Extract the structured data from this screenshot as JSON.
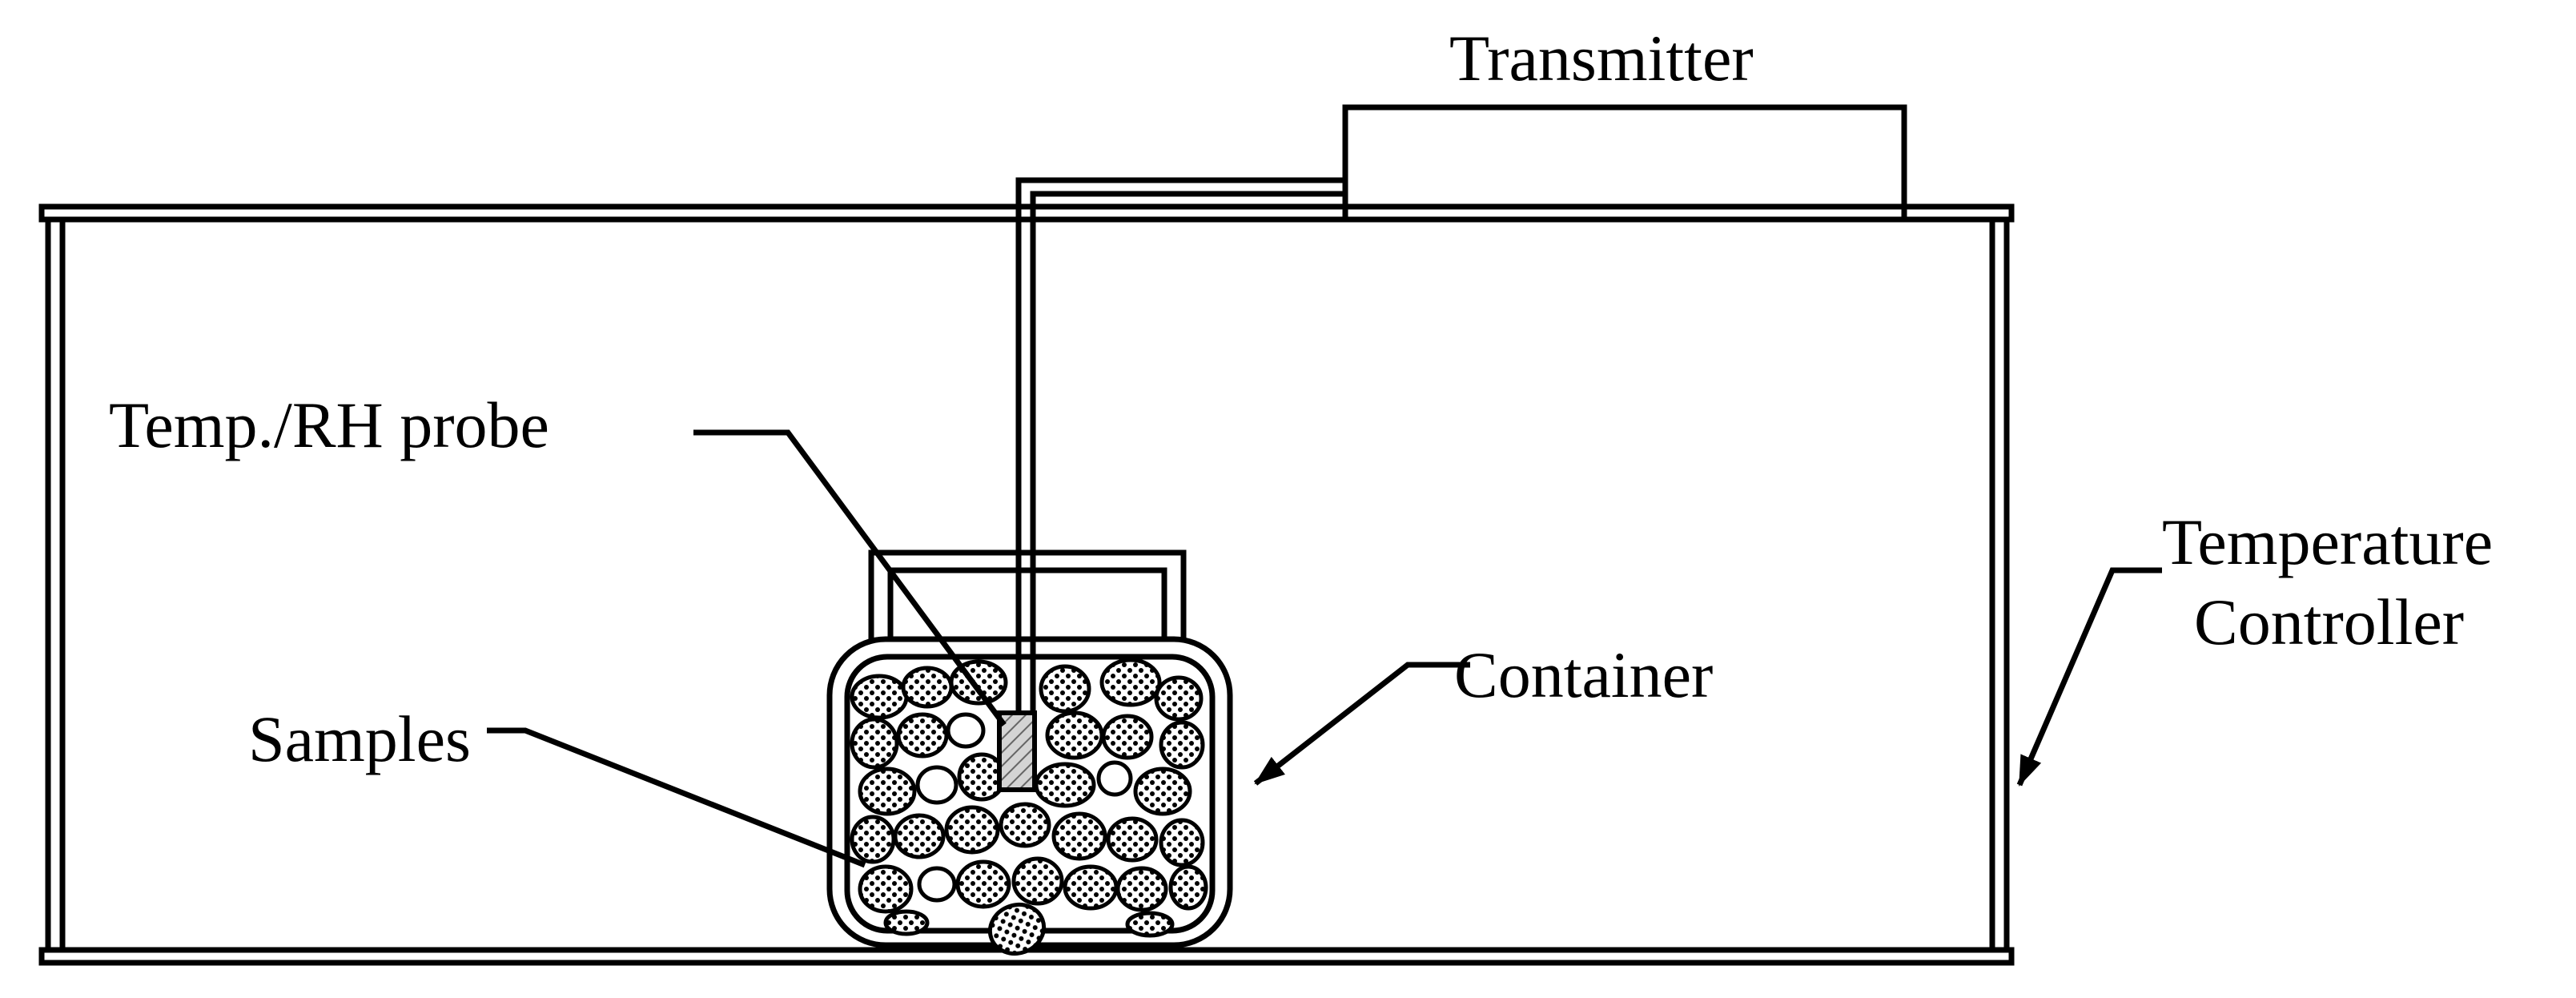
{
  "labels": {
    "transmitter": "Transmitter",
    "probe": "Temp./RH probe",
    "samples": "Samples",
    "container": "Container",
    "temperature_controller_line1": "Temperature",
    "temperature_controller_line2": "Controller"
  },
  "colors": {
    "line": "#000000",
    "background": "#ffffff",
    "probe_fill": "#cccccc"
  }
}
